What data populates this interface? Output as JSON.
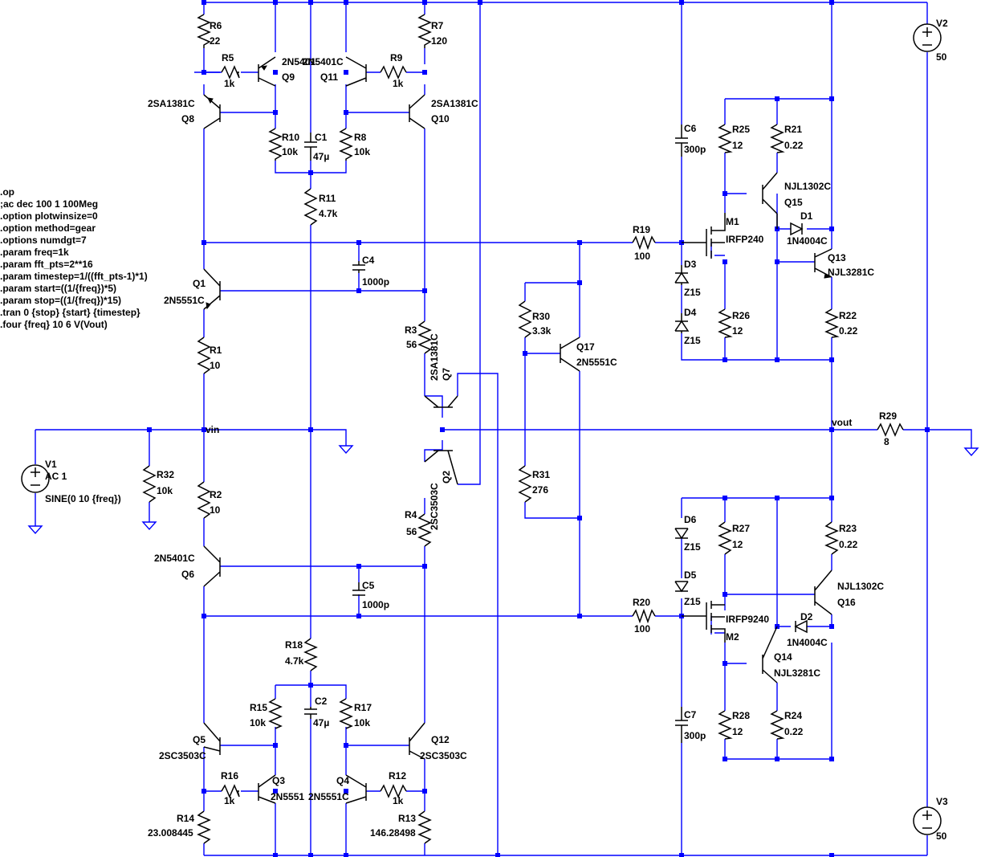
{
  "directives": [
    ".op",
    ";ac dec 100 1 100Meg",
    ".option plotwinsize=0",
    ".option method=gear",
    ".options numdgt=7",
    ".param freq=1k",
    ".param fft_pts=2**16",
    ".param timestep=1/((fft_pts-1)*1)",
    ".param start=((1/{freq})*5)",
    ".param stop=((1/{freq})*15)",
    ".tran 0 {stop} {start} {timestep}",
    ".four {freq} 10 6 V(Vout)"
  ],
  "labels": {
    "r6": "R6",
    "r6v": "22",
    "r5": "R5",
    "r5v": "1k",
    "q9n": "2N5401",
    "q9": "Q9",
    "q11n": "2N5401C",
    "q11": "Q11",
    "r9": "R9",
    "r9v": "1k",
    "r7": "R7",
    "r7v": "120",
    "q8n": "2SA1381C",
    "q8": "Q8",
    "q10n": "2SA1381C",
    "q10": "Q10",
    "r10": "R10",
    "r10v": "10k",
    "c1": "C1",
    "c1v": "47µ",
    "r8": "R8",
    "r8v": "10k",
    "r11": "R11",
    "r11v": "4.7k",
    "c4": "C4",
    "c4v": "1000p",
    "q1": "Q1",
    "q1n": "2N5551C",
    "r1": "R1",
    "r1v": "10",
    "r3": "R3",
    "r3v": "56",
    "q7n": "2SA1381C",
    "q7": "Q7",
    "vin": "vin",
    "v1": "V1",
    "v1ac": "AC 1",
    "v1sine": "SINE(0 10 {freq})",
    "r32": "R32",
    "r32v": "10k",
    "r2": "R2",
    "r2v": "10",
    "q6n": "2N5401C",
    "q6": "Q6",
    "c5": "C5",
    "c5v": "1000p",
    "r4": "R4",
    "r4v": "56",
    "q2n": "2SC3503C",
    "q2": "Q2",
    "r18": "R18",
    "r18v": "4.7k",
    "r15": "R15",
    "r15v": "10k",
    "c2": "C2",
    "c2v": "47µ",
    "r17": "R17",
    "r17v": "10k",
    "q5": "Q5",
    "q5n": "2SC3503C",
    "q12": "Q12",
    "q12n": "2SC3503C",
    "r16": "R16",
    "r16v": "1k",
    "q3": "Q3",
    "q3n": "2N5551",
    "q4": "Q4",
    "q4n": "2N5551C",
    "r12": "R12",
    "r12v": "1k",
    "r14": "R14",
    "r14v": "23.008445",
    "r13": "R13",
    "r13v": "146.28498",
    "r30": "R30",
    "r30v": "3.3k",
    "q17": "Q17",
    "q17n": "2N5551C",
    "r31": "R31",
    "r31v": "276",
    "c6": "C6",
    "c6v": "300p",
    "r25": "R25",
    "r25v": "12",
    "r21": "R21",
    "r21v": "0.22",
    "q15n": "NJL1302C",
    "q15": "Q15",
    "m1": "M1",
    "m1n": "IRFP240",
    "d1": "D1",
    "d1n": "1N4004C",
    "r19": "R19",
    "r19v": "100",
    "q13": "Q13",
    "q13n": "NJL3281C",
    "d3": "D3",
    "d3n": "Z15",
    "d4": "D4",
    "d4n": "Z15",
    "r26": "R26",
    "r26v": "12",
    "r22": "R22",
    "r22v": "0.22",
    "vout": "vout",
    "r29": "R29",
    "r29v": "8",
    "v2": "V2",
    "v2v": "50",
    "v3": "V3",
    "v3v": "50",
    "d6": "D6",
    "d6n": "Z15",
    "d5": "D5",
    "d5n": "Z15",
    "r27": "R27",
    "r27v": "12",
    "r23": "R23",
    "r23v": "0.22",
    "q16n": "NJL1302C",
    "q16": "Q16",
    "r20": "R20",
    "r20v": "100",
    "m2n": "IRFP9240",
    "m2": "M2",
    "d2": "D2",
    "d2n": "1N4004C",
    "q14": "Q14",
    "q14n": "NJL3281C",
    "c7": "C7",
    "c7v": "300p",
    "r28": "R28",
    "r28v": "12",
    "r24": "R24",
    "r24v": "0.22"
  }
}
